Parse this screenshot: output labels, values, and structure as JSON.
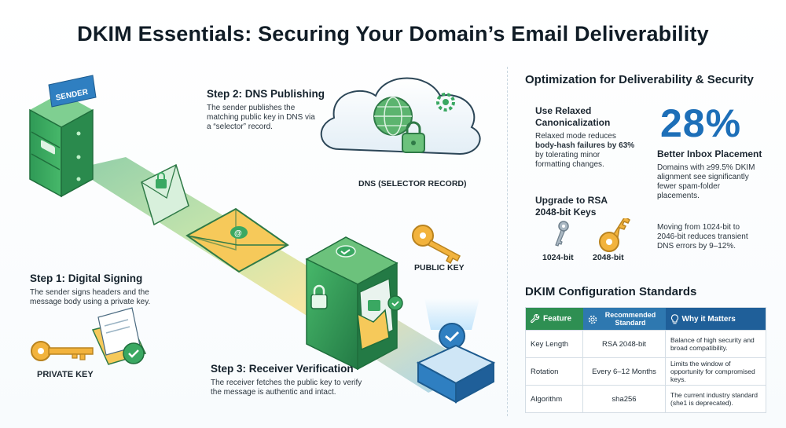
{
  "title": "DKIM Essentials: Securing Your Domain’s Email Deliverability",
  "diagram": {
    "sender_badge": "SENDER",
    "step1": {
      "title": "Step 1: Digital Signing",
      "text": [
        "The sender signs headers and the",
        "message body using a private key."
      ]
    },
    "step2": {
      "title": "Step 2: DNS Publishing",
      "text": [
        "The sender publishes the",
        "matching public key in DNS via",
        "a “selector” record."
      ]
    },
    "step3": {
      "title": "Step 3: Receiver Verification",
      "text": [
        "The receiver fetches the public key to verify",
        "the message is authentic and intact."
      ]
    },
    "dns_label": "DNS (SELECTOR RECORD)",
    "public_key_label": "PUBLIC KEY",
    "private_key_label": "PRIVATE KEY"
  },
  "optimization": {
    "heading": "Optimization for Deliverability & Security",
    "relaxed": {
      "title": [
        "Use Relaxed",
        "Canonicalization"
      ],
      "text": [
        "Relaxed mode reduces",
        "body-hash failures by 63%",
        "by tolerating minor",
        "formatting changes."
      ]
    },
    "stat": {
      "value": "28%",
      "title": "Better Inbox Placement",
      "text": [
        "Domains with ≥99.5% DKIM",
        "alignment see significantly",
        "fewer spam-folder",
        "placements."
      ]
    },
    "rsa": {
      "title": [
        "Upgrade to RSA",
        "2048-bit Keys"
      ],
      "key_small": "1024-bit",
      "key_large": "2048-bit",
      "text": [
        "Moving from 1024-bit to",
        "2046-bit reduces transient",
        "DNS errors by 9–12%."
      ]
    }
  },
  "standards": {
    "heading": "DKIM Configuration Standards",
    "columns": [
      "Feature",
      "Recommended Standard",
      "Why it Matters"
    ],
    "rows": [
      {
        "feature": "Key Length",
        "standard": "RSA 2048-bit",
        "why": "Balance of high security and broad compatibility."
      },
      {
        "feature": "Rotation",
        "standard": "Every 6–12 Months",
        "why": "Limits the window of opportunity for compromised keys."
      },
      {
        "feature": "Algorithm",
        "standard": "sha256",
        "why": "The current industry standard (she1 is deprecated)."
      }
    ]
  },
  "colors": {
    "green": "#2e8f52",
    "blue": "#1d6fb8",
    "navy": "#1f5f99",
    "gold": "#f2b33d"
  }
}
